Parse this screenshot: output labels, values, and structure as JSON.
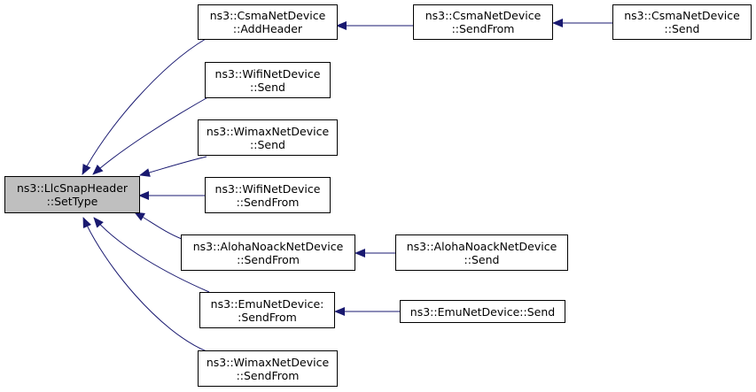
{
  "colors": {
    "edge": "#191970",
    "root_fill": "#bfbfbf",
    "node_fill": "#ffffff",
    "border": "#000000"
  },
  "nodes": {
    "settype": {
      "line1": "ns3::LlcSnapHeader",
      "line2": "::SetType"
    },
    "csma_addheader": {
      "line1": "ns3::CsmaNetDevice",
      "line2": "::AddHeader"
    },
    "csma_sendfrom": {
      "line1": "ns3::CsmaNetDevice",
      "line2": "::SendFrom"
    },
    "csma_send": {
      "line1": "ns3::CsmaNetDevice",
      "line2": "::Send"
    },
    "wifi_send": {
      "line1": "ns3::WifiNetDevice",
      "line2": "::Send"
    },
    "wimax_send": {
      "line1": "ns3::WimaxNetDevice",
      "line2": "::Send"
    },
    "wifi_sendfrom": {
      "line1": "ns3::WifiNetDevice",
      "line2": "::SendFrom"
    },
    "aloha_sendfrom": {
      "line1": "ns3::AlohaNoackNetDevice",
      "line2": "::SendFrom"
    },
    "aloha_send": {
      "line1": "ns3::AlohaNoackNetDevice",
      "line2": "::Send"
    },
    "emu_sendfrom": {
      "line1": "ns3::EmuNetDevice:",
      "line2": ":SendFrom"
    },
    "emu_send": {
      "line1": "ns3::EmuNetDevice::Send"
    },
    "wimax_sendfrom": {
      "line1": "ns3::WimaxNetDevice",
      "line2": "::SendFrom"
    }
  }
}
